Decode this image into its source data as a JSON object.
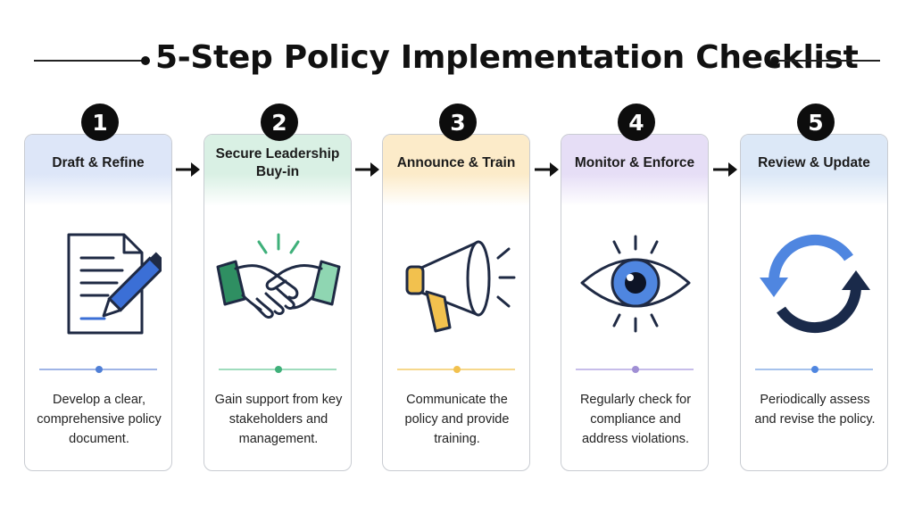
{
  "title": "5-Step Policy Implementation Checklist",
  "steps": [
    {
      "number": "1",
      "title": "Draft & Refine",
      "desc": "Develop a clear, comprehensive policy document.",
      "icon": "document-pencil-icon",
      "head_color": "#dde6f8",
      "accent": "#8fa8e0"
    },
    {
      "number": "2",
      "title": "Secure Leadership Buy-in",
      "desc": "Gain support from key stakeholders and management.",
      "icon": "handshake-icon",
      "head_color": "#d9f0e4",
      "accent": "#3fb07a"
    },
    {
      "number": "3",
      "title": "Announce & Train",
      "desc": "Communicate the policy and provide training.",
      "icon": "megaphone-icon",
      "head_color": "#fcebc9",
      "accent": "#f2c14e"
    },
    {
      "number": "4",
      "title": "Monitor & Enforce",
      "desc": "Regularly check for compliance and address violations.",
      "icon": "eye-icon",
      "head_color": "#e6def6",
      "accent": "#a08fd4"
    },
    {
      "number": "5",
      "title": "Review & Update",
      "desc": "Periodically assess and revise the policy.",
      "icon": "refresh-arrows-icon",
      "head_color": "#dce8f7",
      "accent": "#5b8fd8"
    }
  ]
}
